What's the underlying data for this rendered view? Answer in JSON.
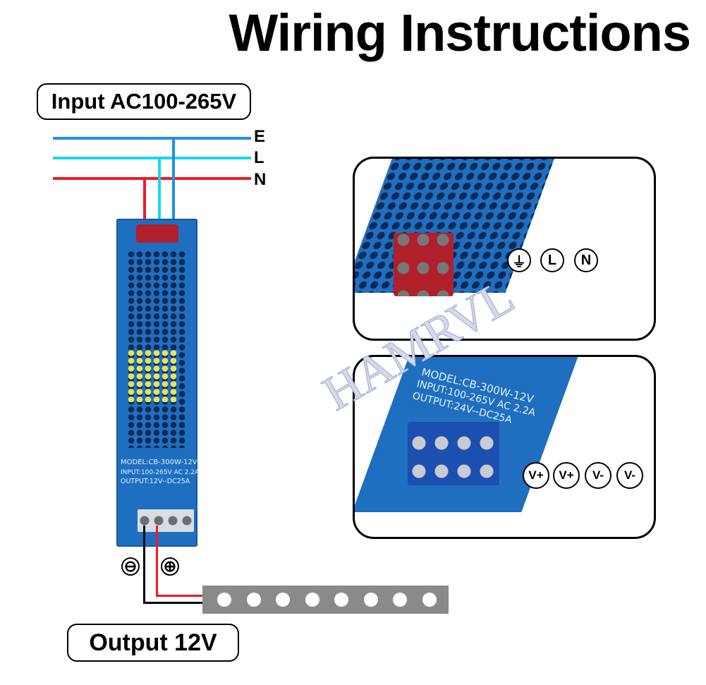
{
  "title": "Wiring Instructions",
  "input_label": "Input AC100-265V",
  "output_label": "Output 12V",
  "ac_lines": [
    {
      "letter": "E",
      "color": "#1e8ff0"
    },
    {
      "letter": "L",
      "color": "#18d6f0"
    },
    {
      "letter": "N",
      "color": "#ee1c24"
    }
  ],
  "psu_label": {
    "model": "MODEL:CB-300W-12V",
    "input": "INPUT:100-265V AC 2.2A",
    "output": "OUTPUT:12V--DC25A",
    "color": "#1f6fc1"
  },
  "input_panel": {
    "symbols": [
      "⏚",
      "L",
      "N"
    ]
  },
  "output_panel": {
    "model": "MODEL:CB-300W-12V",
    "input": "INPUT:100-265V AC 2.2A",
    "output": "OUTPUT:24V--DC25A",
    "symbols": [
      "V+",
      "V+",
      "V-",
      "V-"
    ]
  },
  "polarity": {
    "minus": "⊖",
    "plus": "⊕"
  },
  "watermark": "HAMRVL",
  "led_strip": {
    "dots": 8,
    "color": "#8a8a8a"
  }
}
